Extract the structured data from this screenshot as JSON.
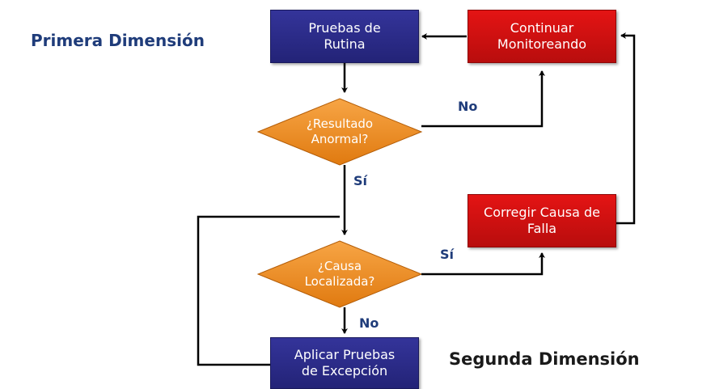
{
  "headings": {
    "primera": "Primera Dimensión",
    "segunda": "Segunda Dimensión"
  },
  "nodes": {
    "pruebas_rutina": {
      "line1": "Pruebas de",
      "line2": "Rutina"
    },
    "continuar_monitoreando": {
      "line1": "Continuar",
      "line2": "Monitoreando"
    },
    "resultado_anormal": {
      "line1": "¿Resultado",
      "line2": "Anormal?"
    },
    "corregir_causa": {
      "line1": "Corregir Causa de",
      "line2": "Falla"
    },
    "causa_localizada": {
      "line1": "¿Causa",
      "line2": "Localizada?"
    },
    "aplicar_pruebas": {
      "line1": "Aplicar Pruebas",
      "line2": "de Excepción"
    }
  },
  "edge_labels": {
    "no_1": "No",
    "si_1": "Sí",
    "si_2": "Sí",
    "no_2": "No"
  },
  "colors": {
    "process_blue": "#28287f",
    "process_red": "#d41111",
    "decision_orange": "#f08a1c",
    "heading_blue": "#1f3c7a"
  }
}
